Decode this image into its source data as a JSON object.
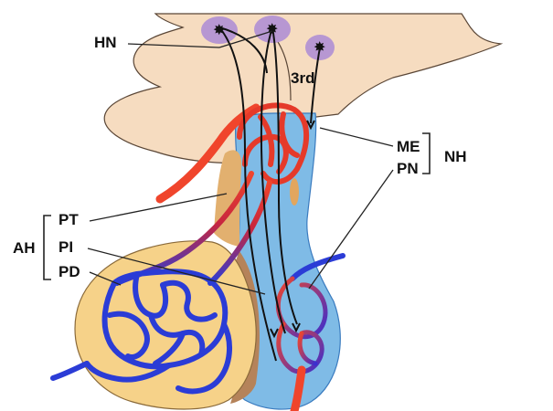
{
  "labels": {
    "hn": "HN",
    "third": "3rd",
    "me": "ME",
    "pn": "PN",
    "nh": "NH",
    "pt": "PT",
    "pi": "PI",
    "pd": "PD",
    "ah": "AH"
  },
  "colors": {
    "brain_tissue": "#f6dcc0",
    "hypothalamic_nuclei": "#b797d2",
    "posterior_lobe": "#7fbbe6",
    "anterior_lobe": "#f6d289",
    "pars_tuberalis": "#e2b06f",
    "pars_intermedia": "#b5835a",
    "arterial_supply": "#f0452c",
    "portal_vessels": "#2b3cd6",
    "neuron_axons": "#111111"
  },
  "icons": [
    "neuron-cell-body-icon"
  ]
}
